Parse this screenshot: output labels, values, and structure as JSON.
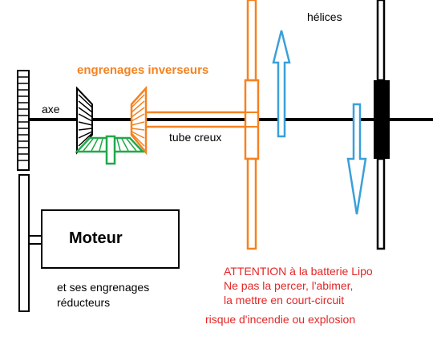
{
  "labels": {
    "axe": "axe",
    "gears": "engrenages inverseurs",
    "tube": "tube creux",
    "propellers": "hélices",
    "motor": "Moteur",
    "motor_gears_line1": "et ses engrenages",
    "motor_gears_line2": "réducteurs"
  },
  "warning": {
    "line1": "ATTENTION à la batterie Lipo",
    "line2": "Ne pas la percer, l'abimer,",
    "line3": "la mettre en court-circuit",
    "risk": "risque d'incendie ou explosion"
  },
  "colors": {
    "shaft": "#000000",
    "inverter_gears": "#f58220",
    "hollow_tube": "#f58220",
    "front_propeller": "#f58220",
    "bevel_gear": "#22a84a",
    "arrows": "#3aa0d8",
    "warning_text": "#e32626"
  }
}
